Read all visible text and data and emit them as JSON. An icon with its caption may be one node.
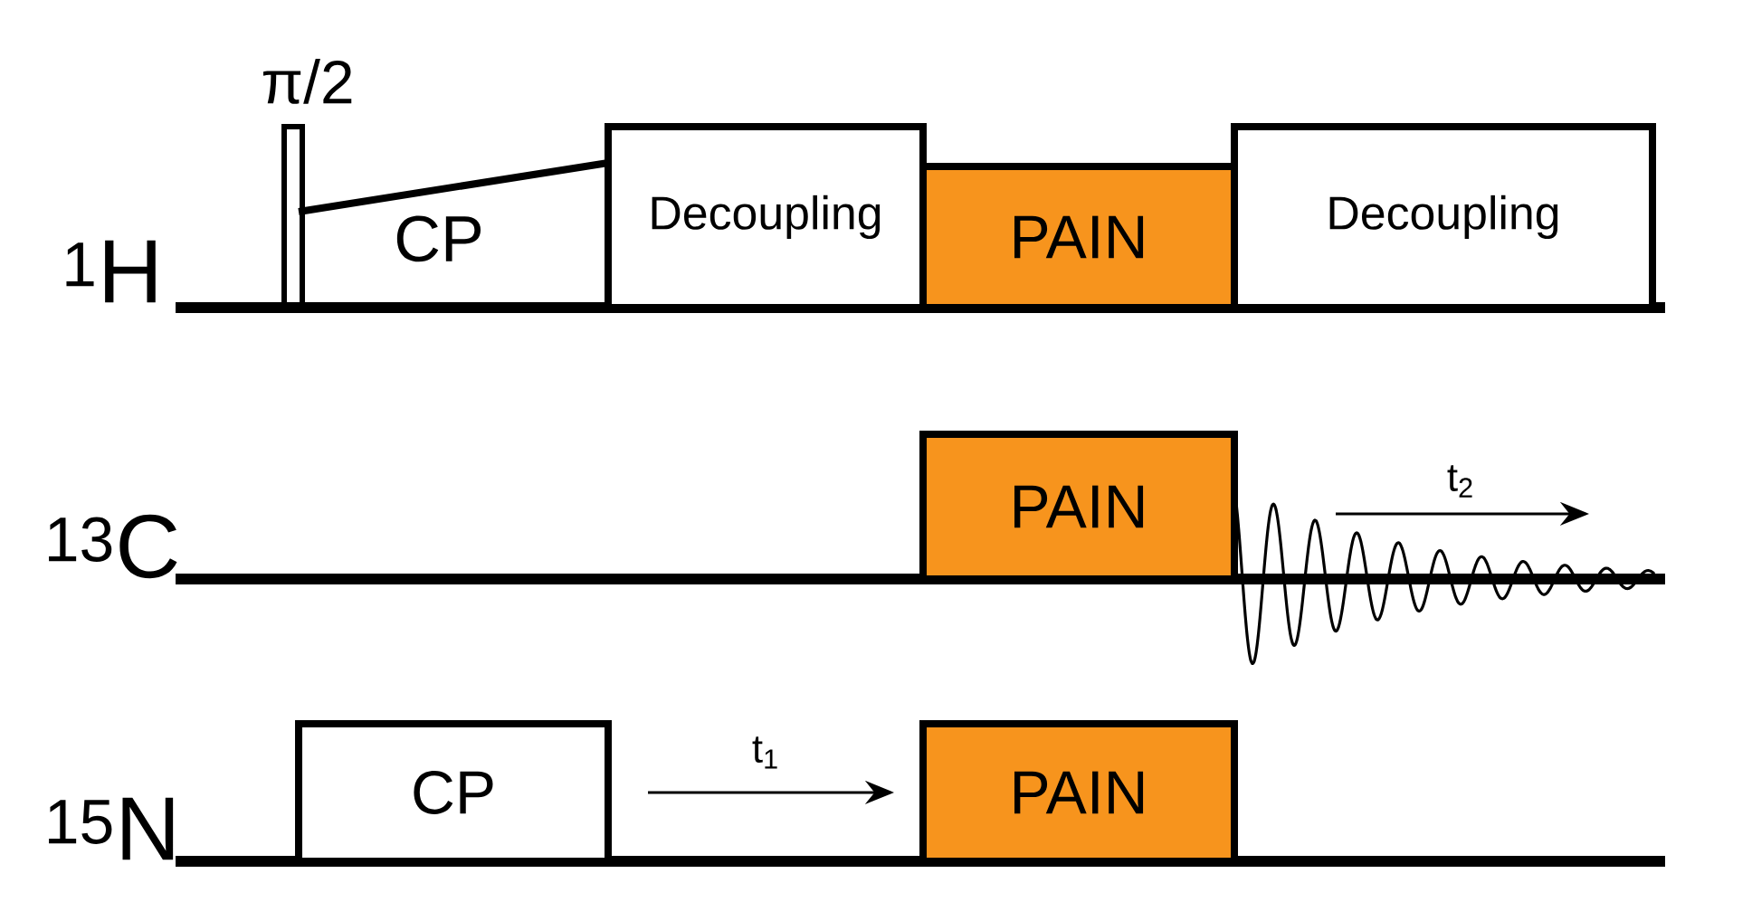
{
  "diagram": {
    "nodes": [
      {
        "text": [
          "π/2"
        ]
      },
      {
        "text": [
          "CP"
        ]
      },
      {
        "text": [
          "Decoupling"
        ]
      },
      {
        "text": [
          "PAIN"
        ]
      },
      {
        "text": [
          "Decoupling"
        ]
      },
      {
        "text": [
          "PAIN"
        ]
      },
      {
        "text": [
          "CP"
        ]
      },
      {
        "text": [
          "PAIN"
        ]
      }
    ],
    "edges": [
      {
        "from": 6,
        "to": 7,
        "arrow": "to",
        "label": "t$_{1}$"
      }
    ],
    "labels": [
      "$^{1}$H",
      "$^{13}$C",
      "$^{15}$N",
      "t$_{2}$"
    ]
  }
}
